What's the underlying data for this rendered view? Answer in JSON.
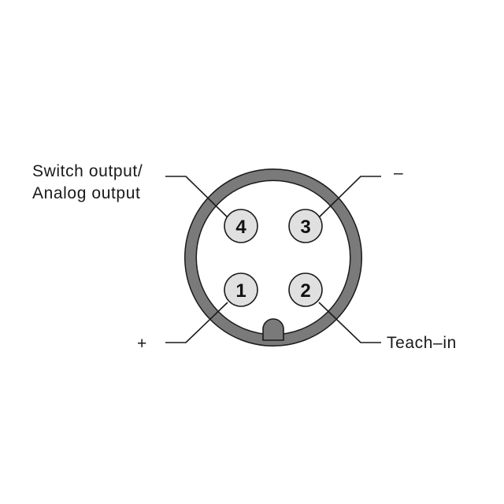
{
  "labels": {
    "pin4_line1": "Switch output/",
    "pin4_line2": "Analog output",
    "pin3": "–",
    "pin1": "+",
    "pin2": "Teach–in"
  },
  "pins": [
    {
      "id": "pin-1",
      "number": "1"
    },
    {
      "id": "pin-2",
      "number": "2"
    },
    {
      "id": "pin-3",
      "number": "3"
    },
    {
      "id": "pin-4",
      "number": "4"
    }
  ],
  "colors": {
    "ring": "#7a7a7a",
    "ring_outline": "#1a1a1a",
    "pin_fill": "#e0e0e0",
    "text": "#1a1a1a"
  }
}
